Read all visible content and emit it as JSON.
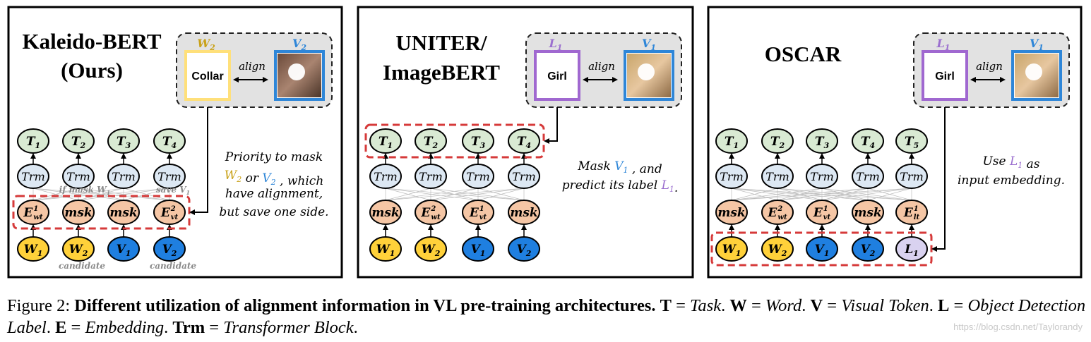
{
  "colors": {
    "task": "#d9ead3",
    "trm": "#dde8f3",
    "emb": "#f5c6a5",
    "word": "#ffd13a",
    "visual": "#1f7fe0",
    "label": "#d9d2f0",
    "dash": "#d63a3a",
    "gold": "#c9a21a",
    "blue": "#2e86d8",
    "purple": "#9b6fcf",
    "collar_box": "#ffe07a",
    "girl_box": "#a068d0",
    "img_box": "#2e86d8"
  },
  "panels": [
    {
      "id": "kaleido",
      "title_lines": [
        "Kaleido-BERT",
        "(Ours)"
      ],
      "align": {
        "left_label": "W",
        "left_sub": "2",
        "right_label": "V",
        "right_sub": "2",
        "word": "Collar",
        "align_text": "align",
        "image": "collar-photo"
      },
      "tasks": [
        {
          "b": "T",
          "s": "1"
        },
        {
          "b": "T",
          "s": "2"
        },
        {
          "b": "T",
          "s": "3"
        },
        {
          "b": "T",
          "s": "4"
        }
      ],
      "trm": "Trm",
      "embeddings": [
        {
          "b": "E",
          "sup": "1",
          "sub": "wt"
        },
        {
          "b": "msk"
        },
        {
          "b": "msk"
        },
        {
          "b": "E",
          "sup": "2",
          "sub": "vt"
        }
      ],
      "inputs": [
        {
          "b": "W",
          "s": "1",
          "kind": "word"
        },
        {
          "b": "W",
          "s": "2",
          "kind": "word"
        },
        {
          "b": "V",
          "s": "1",
          "kind": "visual"
        },
        {
          "b": "V",
          "s": "2",
          "kind": "visual"
        }
      ],
      "small_notes": [
        "if mask W",
        "save V",
        "candidate",
        "candidate"
      ],
      "note_lines": [
        [
          {
            "t": "Priority to mask"
          }
        ],
        [
          {
            "t": "W",
            "c": "gold"
          },
          {
            "t": "2",
            "c": "gold",
            "sub": true
          },
          {
            "t": " or "
          },
          {
            "t": "V",
            "c": "blue"
          },
          {
            "t": "2",
            "c": "blue",
            "sub": true
          },
          {
            "t": " , which"
          }
        ],
        [
          {
            "t": "have alignment,"
          }
        ],
        [
          {
            "t": "but save one side."
          }
        ]
      ]
    },
    {
      "id": "uniter",
      "title_lines": [
        "UNITER/",
        "ImageBERT"
      ],
      "align": {
        "left_label": "L",
        "left_sub": "1",
        "right_label": "V",
        "right_sub": "1",
        "word": "Girl",
        "align_text": "align",
        "image": "girl-photo"
      },
      "tasks": [
        {
          "b": "T",
          "s": "1"
        },
        {
          "b": "T",
          "s": "2"
        },
        {
          "b": "T",
          "s": "3"
        },
        {
          "b": "T",
          "s": "4"
        }
      ],
      "trm": "Trm",
      "embeddings": [
        {
          "b": "msk"
        },
        {
          "b": "E",
          "sup": "2",
          "sub": "wt"
        },
        {
          "b": "E",
          "sup": "1",
          "sub": "vt"
        },
        {
          "b": "msk"
        }
      ],
      "inputs": [
        {
          "b": "W",
          "s": "1",
          "kind": "word"
        },
        {
          "b": "W",
          "s": "2",
          "kind": "word"
        },
        {
          "b": "V",
          "s": "1",
          "kind": "visual"
        },
        {
          "b": "V",
          "s": "2",
          "kind": "visual"
        }
      ],
      "note_lines": [
        [
          {
            "t": "Mask "
          },
          {
            "t": "V",
            "c": "blue"
          },
          {
            "t": "1",
            "c": "blue",
            "sub": true
          },
          {
            "t": " , and"
          }
        ],
        [
          {
            "t": "predict its label "
          },
          {
            "t": "L",
            "c": "purple"
          },
          {
            "t": "1",
            "c": "purple",
            "sub": true
          },
          {
            "t": "."
          }
        ]
      ]
    },
    {
      "id": "oscar",
      "title_lines": [
        "OSCAR"
      ],
      "align": {
        "left_label": "L",
        "left_sub": "1",
        "right_label": "V",
        "right_sub": "1",
        "word": "Girl",
        "align_text": "align",
        "image": "girl-photo"
      },
      "tasks": [
        {
          "b": "T",
          "s": "1"
        },
        {
          "b": "T",
          "s": "2"
        },
        {
          "b": "T",
          "s": "3"
        },
        {
          "b": "T",
          "s": "4"
        },
        {
          "b": "T",
          "s": "5"
        }
      ],
      "trm": "Trm",
      "embeddings": [
        {
          "b": "msk"
        },
        {
          "b": "E",
          "sup": "2",
          "sub": "wt"
        },
        {
          "b": "E",
          "sup": "1",
          "sub": "vt"
        },
        {
          "b": "msk"
        },
        {
          "b": "E",
          "sup": "1",
          "sub": "lt"
        }
      ],
      "inputs": [
        {
          "b": "W",
          "s": "1",
          "kind": "word"
        },
        {
          "b": "W",
          "s": "2",
          "kind": "word"
        },
        {
          "b": "V",
          "s": "1",
          "kind": "visual"
        },
        {
          "b": "V",
          "s": "2",
          "kind": "visual"
        },
        {
          "b": "L",
          "s": "1",
          "kind": "label"
        }
      ],
      "note_lines": [
        [
          {
            "t": "Use "
          },
          {
            "t": "L",
            "c": "purple"
          },
          {
            "t": "1",
            "c": "purple",
            "sub": true
          },
          {
            "t": " as"
          }
        ],
        [
          {
            "t": "input embedding."
          }
        ]
      ]
    }
  ],
  "caption": {
    "prefix": "Figure 2: ",
    "bold": "Different utilization of alignment information in VL pre-training architectures.",
    "items": [
      {
        "k": "T",
        "v": "Task"
      },
      {
        "k": "W",
        "v": "Word"
      },
      {
        "k": "V",
        "v": "Visual Token"
      },
      {
        "k": "L",
        "v": "Object Detection Label"
      },
      {
        "k": "E",
        "v": "Embedding"
      },
      {
        "k": "Trm",
        "v": "Transformer Block"
      }
    ]
  },
  "watermark": "https://blog.csdn.net/Taylorandy"
}
